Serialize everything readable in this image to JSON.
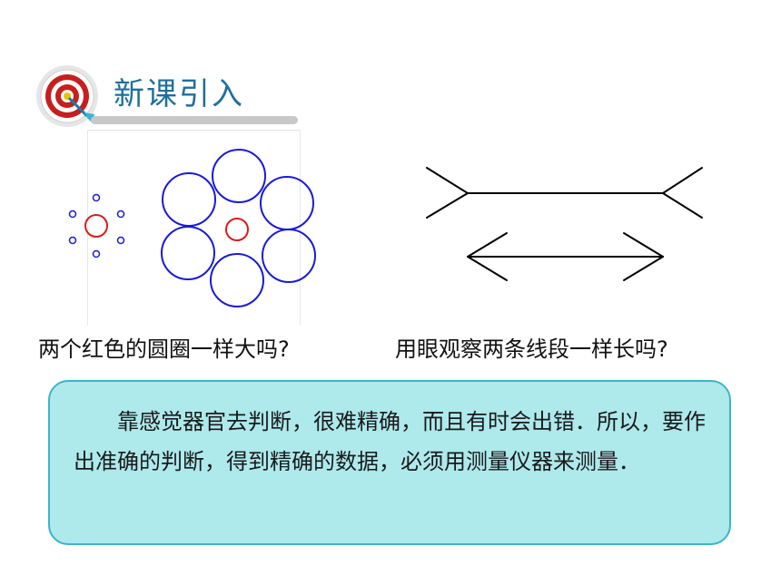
{
  "header": {
    "title": "新课引入"
  },
  "captions": {
    "left": "两个红色的圆圈一样大吗?",
    "right": "用眼观察两条线段一样长吗?"
  },
  "info": {
    "text": "靠感觉器官去判断，很难精确，而且有时会出错．所以，要作出准确的判断，得到精确的数据，必须用测量仪器来测量．"
  },
  "colors": {
    "title": "#1f6f9b",
    "circle_blue": "#1a1ad6",
    "circle_red": "#d81c1c",
    "box_bg": "#aee9ec",
    "box_border": "#3cb5c8"
  },
  "icons": {
    "header": "target-with-dart-icon"
  }
}
